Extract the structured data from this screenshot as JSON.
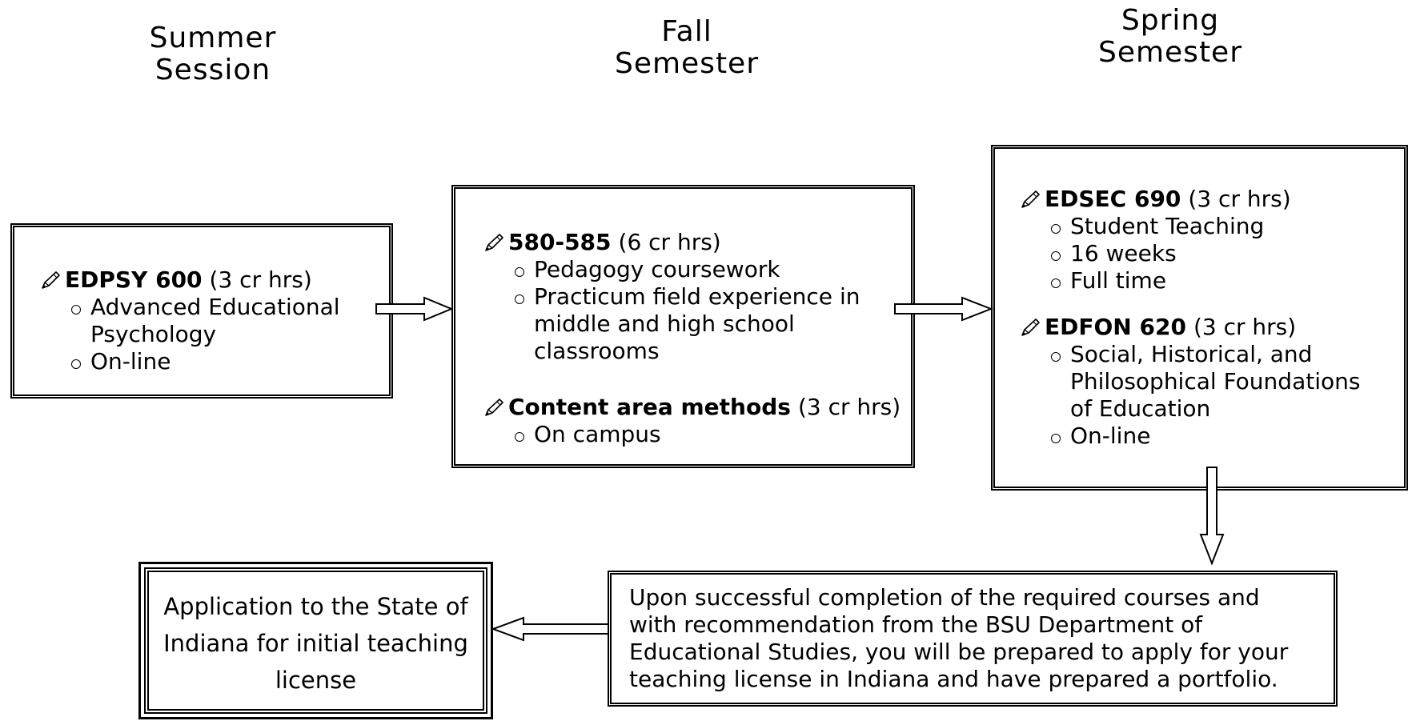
{
  "headings": {
    "summer": [
      "Summer",
      "Session"
    ],
    "fall": [
      "Fall",
      "Semester"
    ],
    "spring": [
      "Spring",
      "Semester"
    ]
  },
  "summer_box": {
    "courses": [
      {
        "code": "EDPSY 600",
        "hours": "(3 cr hrs)",
        "bullets": [
          "Advanced Educational Psychology",
          "On-line"
        ]
      }
    ]
  },
  "fall_box": {
    "courses": [
      {
        "code": "580-585",
        "hours": "(6 cr hrs)",
        "bullets": [
          "Pedagogy coursework",
          "Practicum field experience in middle and high school classrooms"
        ]
      },
      {
        "code": "Content area methods",
        "hours": "(3 cr hrs)",
        "bullets": [
          "On campus"
        ]
      }
    ]
  },
  "spring_box": {
    "courses": [
      {
        "code": "EDSEC 690",
        "hours": "(3 cr hrs)",
        "bullets": [
          "Student Teaching",
          "16 weeks",
          "Full time"
        ]
      },
      {
        "code": "EDFON 620",
        "hours": "(3 cr hrs)",
        "bullets": [
          "Social, Historical, and Philosophical Foundations of Education",
          "On-line"
        ]
      }
    ]
  },
  "completion_box": {
    "text": "Upon successful completion of the required courses and with recommendation from the BSU Department of Educational Studies, you will be prepared to apply for your teaching license in Indiana and have prepared a portfolio."
  },
  "license_box": {
    "text": "Application to the State of Indiana for initial teaching license"
  }
}
